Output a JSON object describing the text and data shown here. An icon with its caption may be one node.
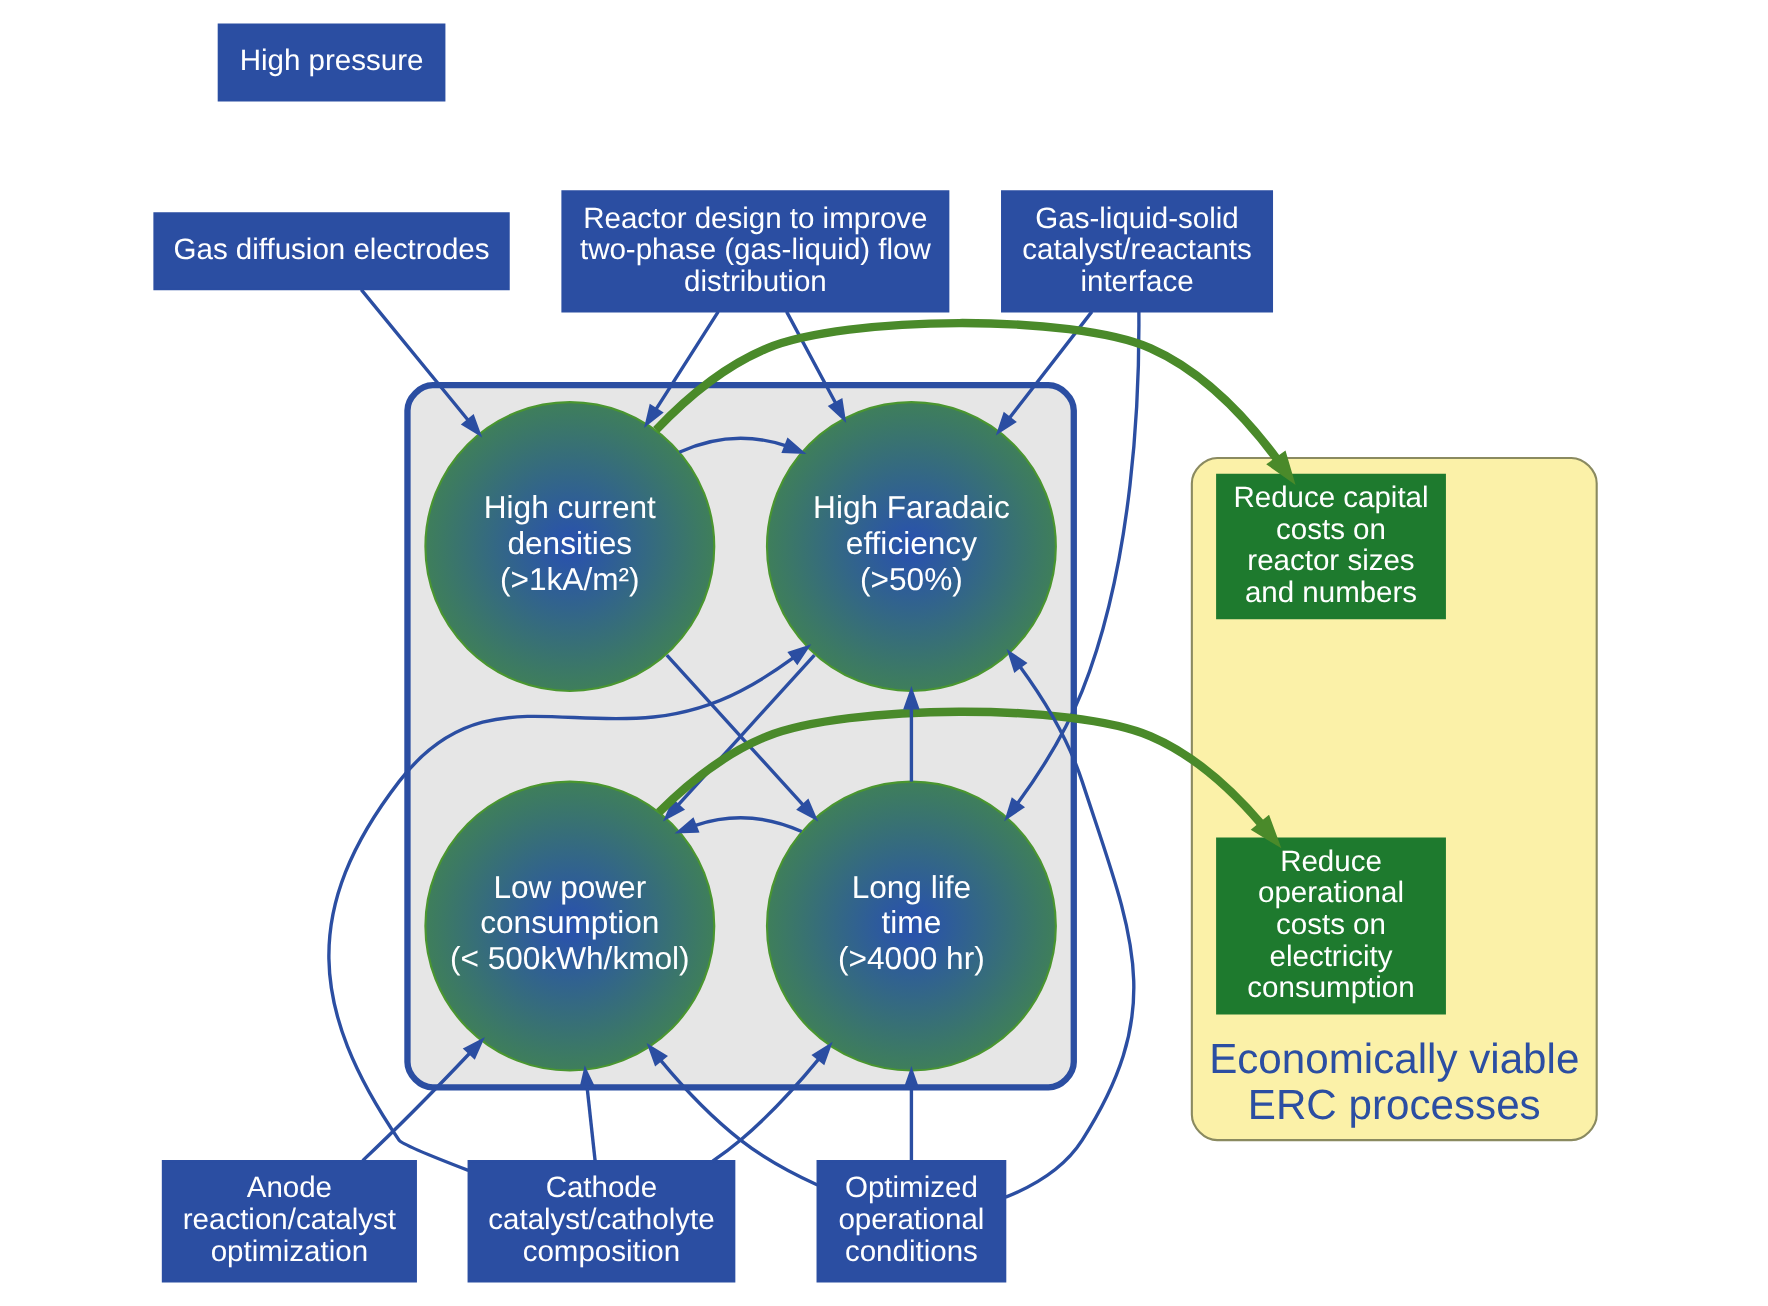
{
  "diagram": {
    "nodes": [
      {
        "text": [
          "High pressure"
        ]
      },
      {
        "text": [
          "Gas diffusion electrodes"
        ]
      },
      {
        "text": [
          "Reactor design to improve two-phase (gas-liquid) flow distribution"
        ]
      },
      {
        "text": [
          "Gas-liquid-solid catalyst/reactants interface"
        ]
      },
      {
        "text": [
          "Economically viable ERC processes"
        ]
      },
      {
        "text": [
          "Reduce capital costs on reactor sizes and numbers"
        ],
        "in": 4
      },
      {
        "text": [
          "Reduce operational costs on electricity consumption"
        ],
        "in": 4
      },
      {
        "text": [],
        "shape": "box"
      },
      {
        "text": [
          "High current densities",
          "(>1kA/m²)"
        ],
        "in": 7
      },
      {
        "text": [
          "High Faradaic efficiency",
          "(>50%)"
        ],
        "in": 7
      },
      {
        "text": [
          "Low power consumption",
          "(< 500kWh/kmol)"
        ],
        "in": 7
      },
      {
        "text": [
          "Long life time",
          "(>4000 hr)"
        ],
        "in": 7
      },
      {
        "text": [
          "Cathode catalyst/catholyte composition"
        ]
      },
      {
        "text": [
          "Anode reaction/catalyst optimization"
        ]
      },
      {
        "text": [
          "Optimized operational conditions"
        ]
      }
    ],
    "edges": [
      {
        "from": 1,
        "to": 8,
        "arrow": "to"
      },
      {
        "from": 2,
        "to": 8,
        "arrow": "to"
      },
      {
        "from": 2,
        "to": 9,
        "arrow": "to"
      },
      {
        "from": 3,
        "to": 9,
        "arrow": "to"
      },
      {
        "from": 3,
        "to": 11,
        "arrow": "to"
      },
      {
        "from": 8,
        "to": 5,
        "arrow": "to",
        "style": "thick",
        "color": "#4a8a2a"
      },
      {
        "from": 10,
        "to": 6,
        "arrow": "to",
        "style": "thick",
        "color": "#4a8a2a"
      },
      {
        "from": 8,
        "to": 9,
        "arrow": "to"
      },
      {
        "from": 8,
        "to": 11,
        "arrow": "to"
      },
      {
        "from": 9,
        "to": 10,
        "arrow": "to"
      },
      {
        "from": 11,
        "to": 9,
        "arrow": "to"
      },
      {
        "from": 11,
        "to": 10,
        "arrow": "to"
      },
      {
        "from": 12,
        "to": 9,
        "arrow": "to"
      },
      {
        "from": 12,
        "to": 11,
        "arrow": "to"
      },
      {
        "from": 12,
        "to": 10,
        "arrow": "to"
      },
      {
        "from": 14,
        "to": 9,
        "arrow": "to"
      },
      {
        "from": 14,
        "to": 11,
        "arrow": "to"
      },
      {
        "from": 14,
        "to": 10,
        "arrow": "to"
      },
      {
        "from": 13,
        "to": 10,
        "arrow": "to"
      }
    ]
  }
}
